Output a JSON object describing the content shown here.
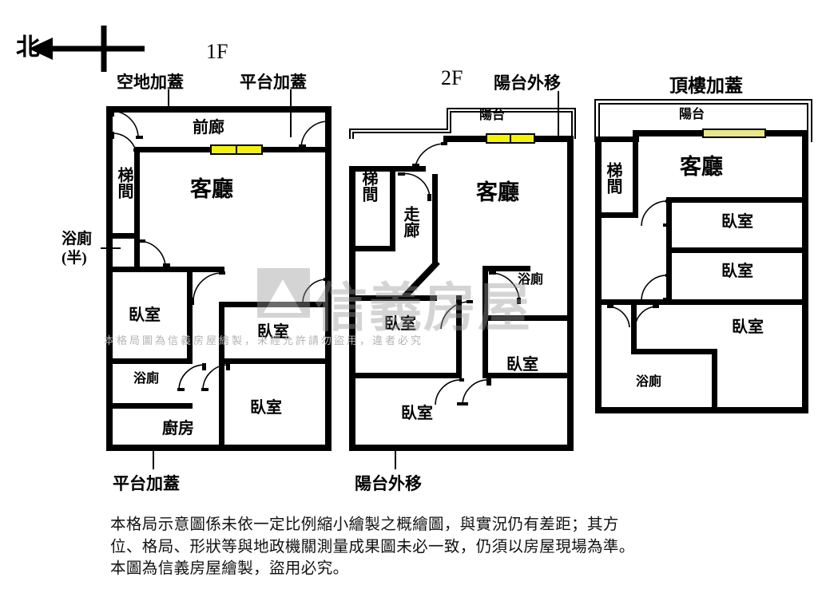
{
  "compass": {
    "label": "北"
  },
  "floors": [
    {
      "id": "1F",
      "title": "1F",
      "annotations": [
        {
          "name": "vacant-land-addition",
          "text": "空地加蓋"
        },
        {
          "name": "platform-addition-top",
          "text": "平台加蓋"
        },
        {
          "name": "platform-addition-bottom",
          "text": "平台加蓋"
        },
        {
          "name": "half-bath-callout-line1",
          "text": "浴廁"
        },
        {
          "name": "half-bath-callout-line2",
          "text": "(半)"
        }
      ],
      "rooms": [
        {
          "name": "front-corridor",
          "label": "前廊"
        },
        {
          "name": "living-room",
          "label": "客廳"
        },
        {
          "name": "stairwell",
          "label": "梯間"
        },
        {
          "name": "bedroom-left",
          "label": "臥室"
        },
        {
          "name": "bathroom",
          "label": "浴廁"
        },
        {
          "name": "kitchen",
          "label": "廚房"
        },
        {
          "name": "bedroom-mid",
          "label": "臥室"
        },
        {
          "name": "bedroom-bottom",
          "label": "臥室"
        }
      ]
    },
    {
      "id": "2F",
      "title": "2F",
      "annotations": [
        {
          "name": "balcony-extension-top",
          "text": "陽台外移"
        },
        {
          "name": "balcony-extension-bottom",
          "text": "陽台外移"
        }
      ],
      "rooms": [
        {
          "name": "balcony",
          "label": "陽台"
        },
        {
          "name": "living-room",
          "label": "客廳"
        },
        {
          "name": "stairwell",
          "label": "梯間"
        },
        {
          "name": "hallway",
          "label": "走廊"
        },
        {
          "name": "bathroom",
          "label": "浴廁"
        },
        {
          "name": "bedroom-left",
          "label": "臥室"
        },
        {
          "name": "bedroom-right",
          "label": "臥室"
        },
        {
          "name": "bedroom-bottom",
          "label": "臥室"
        }
      ]
    },
    {
      "id": "RF",
      "title": "頂樓加蓋",
      "annotations": [],
      "rooms": [
        {
          "name": "balcony",
          "label": "陽台"
        },
        {
          "name": "living-room",
          "label": "客廳"
        },
        {
          "name": "stairwell",
          "label": "梯間"
        },
        {
          "name": "bedroom-1",
          "label": "臥室"
        },
        {
          "name": "bedroom-2",
          "label": "臥室"
        },
        {
          "name": "bedroom-3",
          "label": "臥室"
        },
        {
          "name": "bathroom",
          "label": "浴廁"
        }
      ]
    }
  ],
  "watermark": {
    "brand": "信義房屋",
    "notice": "本格局圖為信義房屋繪製，未經允許請勿盜用，違者必究"
  },
  "footer": {
    "line1": "本格局示意圖係未依一定比例縮小繪製之概繪圖，與實況仍有差距；其方",
    "line2": "位、格局、形狀等與地政機關測量成果圖未必一致，仍須以房屋現場為準。",
    "line3": "本圖為信義房屋繪製，盜用必究。"
  },
  "colors": {
    "wall": "#000000",
    "window": "#f2f20d",
    "window_pale": "#e9e58a",
    "background": "#ffffff",
    "watermark": "#9a9a9a"
  }
}
